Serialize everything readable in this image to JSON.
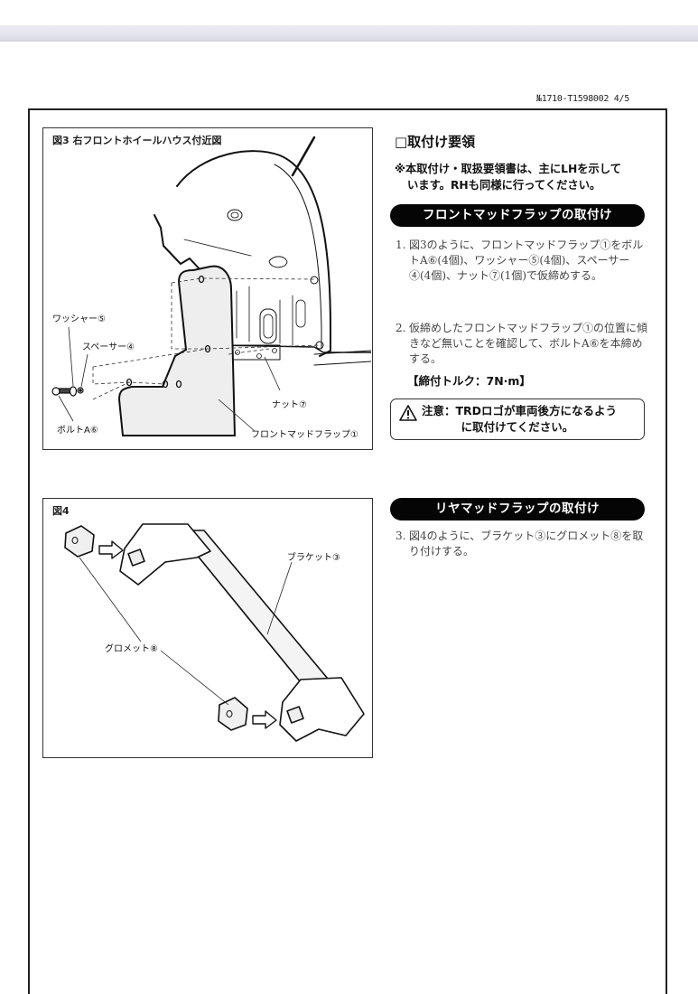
{
  "document_number": "№1710-T1598002 4/5",
  "figure3": {
    "title": "図3 右フロントホイールハウス付近図",
    "labels": {
      "washer": "ワッシャー⑤",
      "spacer": "スペーサー④",
      "bolt": "ボルトA⑥",
      "nut": "ナット⑦",
      "front_mudflap": "フロントマッドフラップ①"
    }
  },
  "figure4": {
    "title": "図4",
    "labels": {
      "bracket": "ブラケット③",
      "grommet": "グロメット⑧"
    }
  },
  "instructions": {
    "title": "□取付け要領",
    "note_line1": "※本取付け・取扱要領書は、主にLHを示して",
    "note_line2": "います。RHも同様に行ってください。",
    "front_section": {
      "heading": "フロントマッドフラップの取付け",
      "steps": [
        {
          "num": "1.",
          "text": "図3のように、フロントマッドフラップ①をボルトA⑥(4個)、ワッシャー⑤(4個)、スペーサー④(4個)、ナット⑦(1個)で仮締めする。"
        },
        {
          "num": "2.",
          "text": "仮締めしたフロントマッドフラップ①の位置に傾きなど無いことを確認して、ボルトA⑥を本締めする。"
        }
      ],
      "torque": "【締付トルク：7N·m】",
      "caution_line1": "注意：TRDロゴが車両後方になるよう",
      "caution_line2": "に取付けてください。"
    },
    "rear_section": {
      "heading": "リヤマッドフラップの取付け",
      "steps": [
        {
          "num": "3.",
          "text": "図4のように、ブラケット③にグロメット⑧を取り付けする。"
        }
      ]
    }
  }
}
